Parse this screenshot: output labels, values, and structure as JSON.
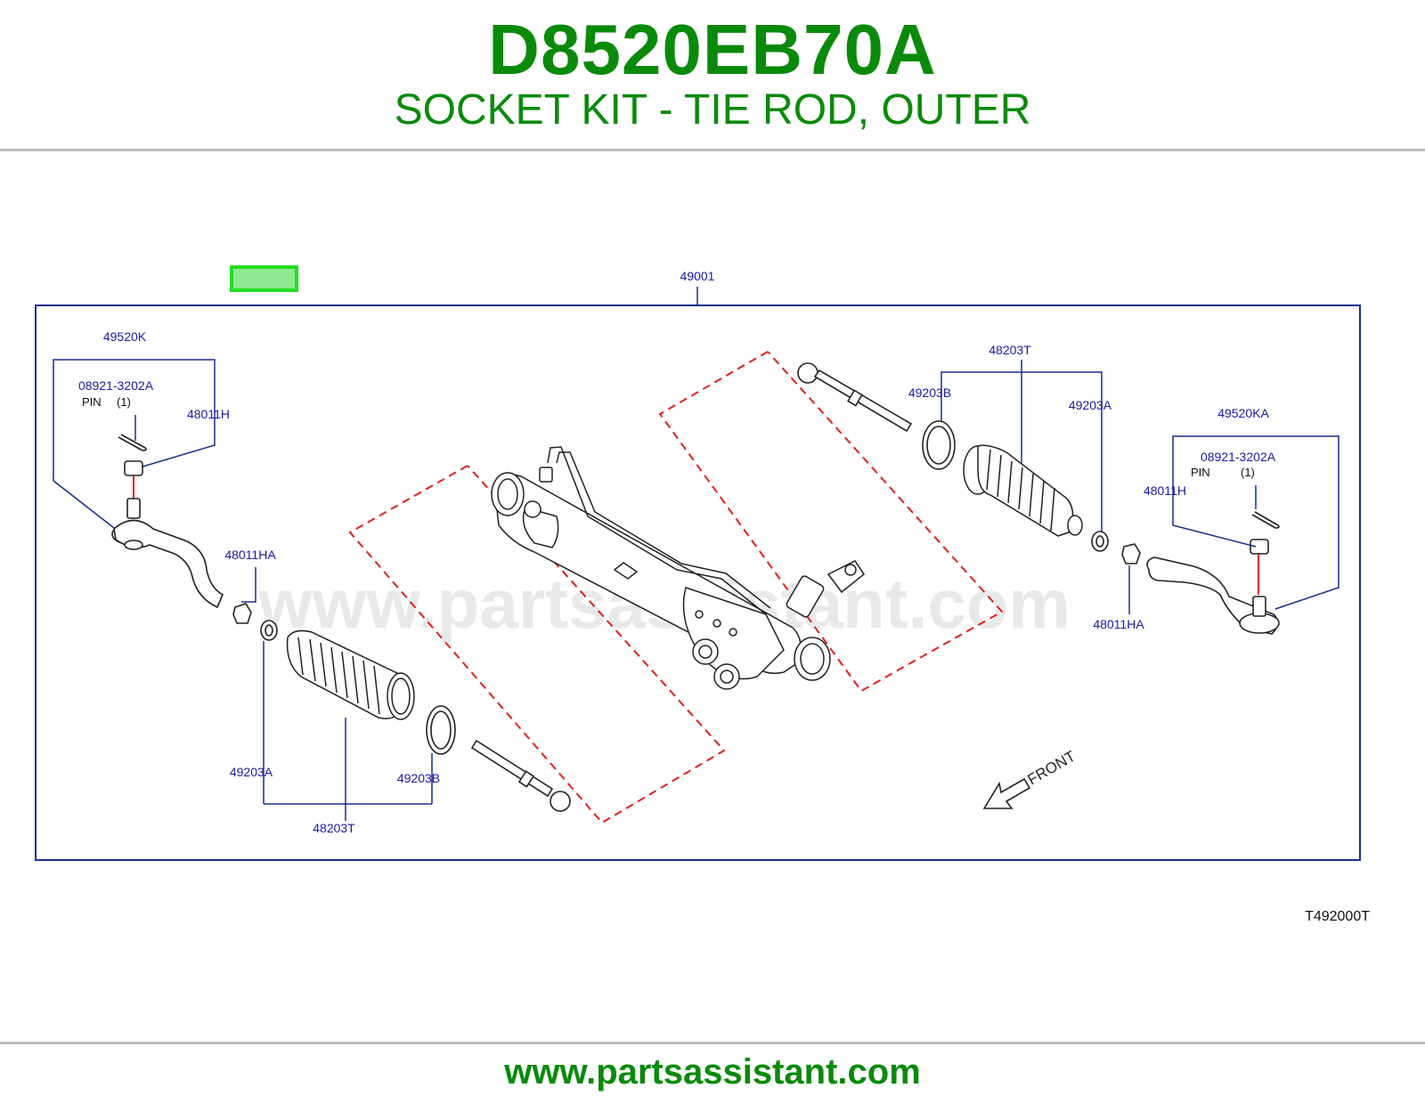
{
  "header": {
    "part_number": "D8520EB70A",
    "description": "SOCKET KIT - TIE ROD, OUTER"
  },
  "diagram": {
    "assembly_label": "49001",
    "diagram_ref": "T492000T",
    "watermark": "www.partsassistant.com",
    "front_label": "FRONT",
    "left": {
      "tie_rod_end": "49520K",
      "pin": "08921-3202A",
      "pin_note": "PIN",
      "pin_qty": "(1)",
      "nut_upper": "48011H",
      "nut_lower": "48011HA",
      "clamp_a": "49203A",
      "clamp_b": "49203B",
      "boot": "48203T"
    },
    "right": {
      "tie_rod_end": "49520KA",
      "pin": "08921-3202A",
      "pin_note": "PIN",
      "pin_qty": "(1)",
      "nut_upper": "48011H",
      "nut_lower": "48011HA",
      "clamp_a": "49203A",
      "clamp_b": "49203B",
      "boot": "48203T"
    },
    "colors": {
      "label": "#1a1aa8",
      "frame": "#1a2f8c",
      "dashed": "#e02020",
      "highlight": "#22dd22"
    }
  },
  "footer": {
    "url": "www.partsassistant.com"
  }
}
